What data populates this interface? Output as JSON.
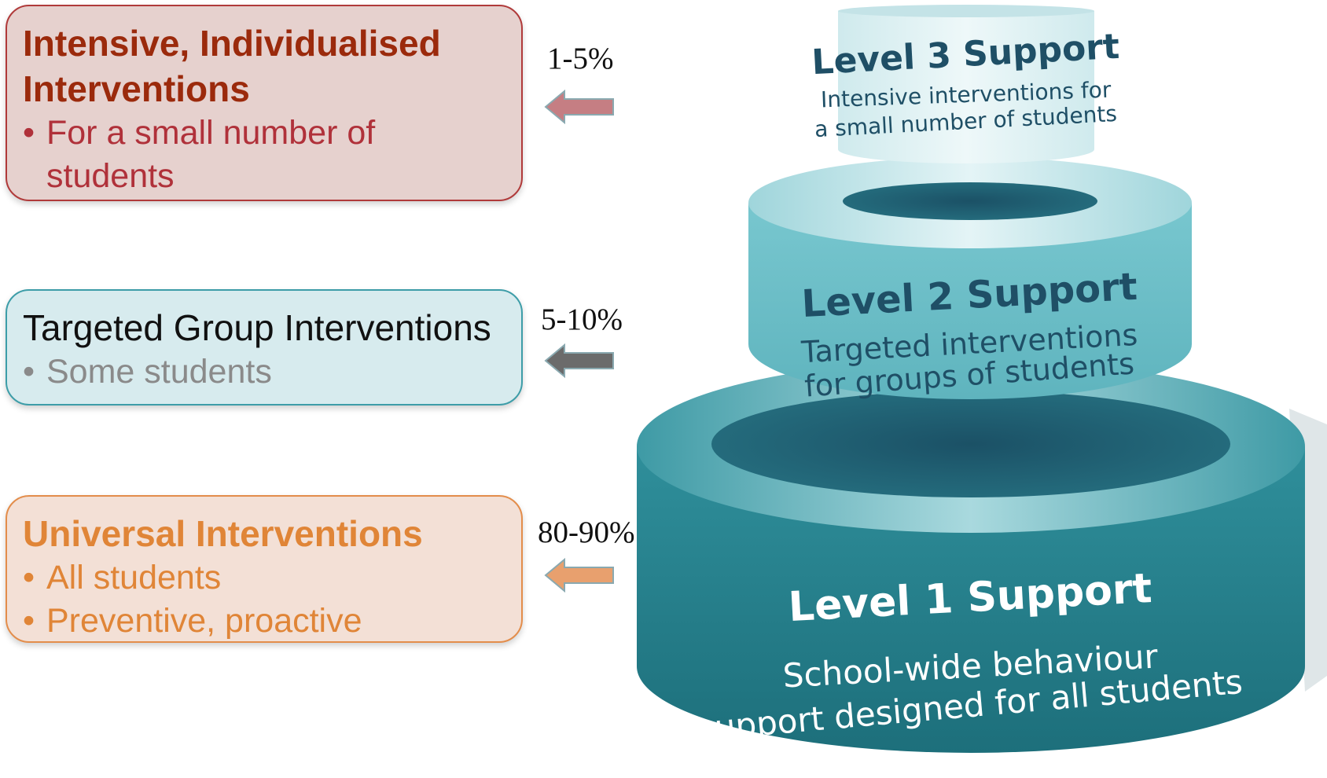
{
  "boxes": {
    "intensive": {
      "title_line1": "Intensive, Individualised",
      "title_line2": "Interventions",
      "bullet1_line1": "For a small number of",
      "bullet1_line2": "students"
    },
    "targeted": {
      "title": "Targeted Group Interventions",
      "bullet1": "Some students"
    },
    "universal": {
      "title": "Universal Interventions",
      "bullet1": "All students",
      "bullet2": "Preventive, proactive"
    }
  },
  "bullet_char": "•",
  "percentages": {
    "level3": "1-5%",
    "level2": "5-10%",
    "level1": "80-90%"
  },
  "tiers": {
    "level3": {
      "title": "Level 3 Support",
      "line1": "Intensive interventions for",
      "line2": "a small number of students"
    },
    "level2": {
      "title": "Level 2 Support",
      "line1": "Targeted interventions",
      "line2": "for groups of students"
    },
    "level1": {
      "title": "Level 1 Support",
      "line1": "School-wide behaviour",
      "line2": "support designed for all students"
    }
  },
  "colors": {
    "arrow_level3": "#c57e83",
    "arrow_level2": "#6b6b6b",
    "arrow_level1": "#e8a06e",
    "tier_top": "#daf0f2",
    "tier_mid": "#6ec0c9",
    "tier_base": "#2a8894",
    "tier_hole": "#1f5a6c"
  },
  "icons": {
    "arrows": "left-arrow-icon"
  }
}
